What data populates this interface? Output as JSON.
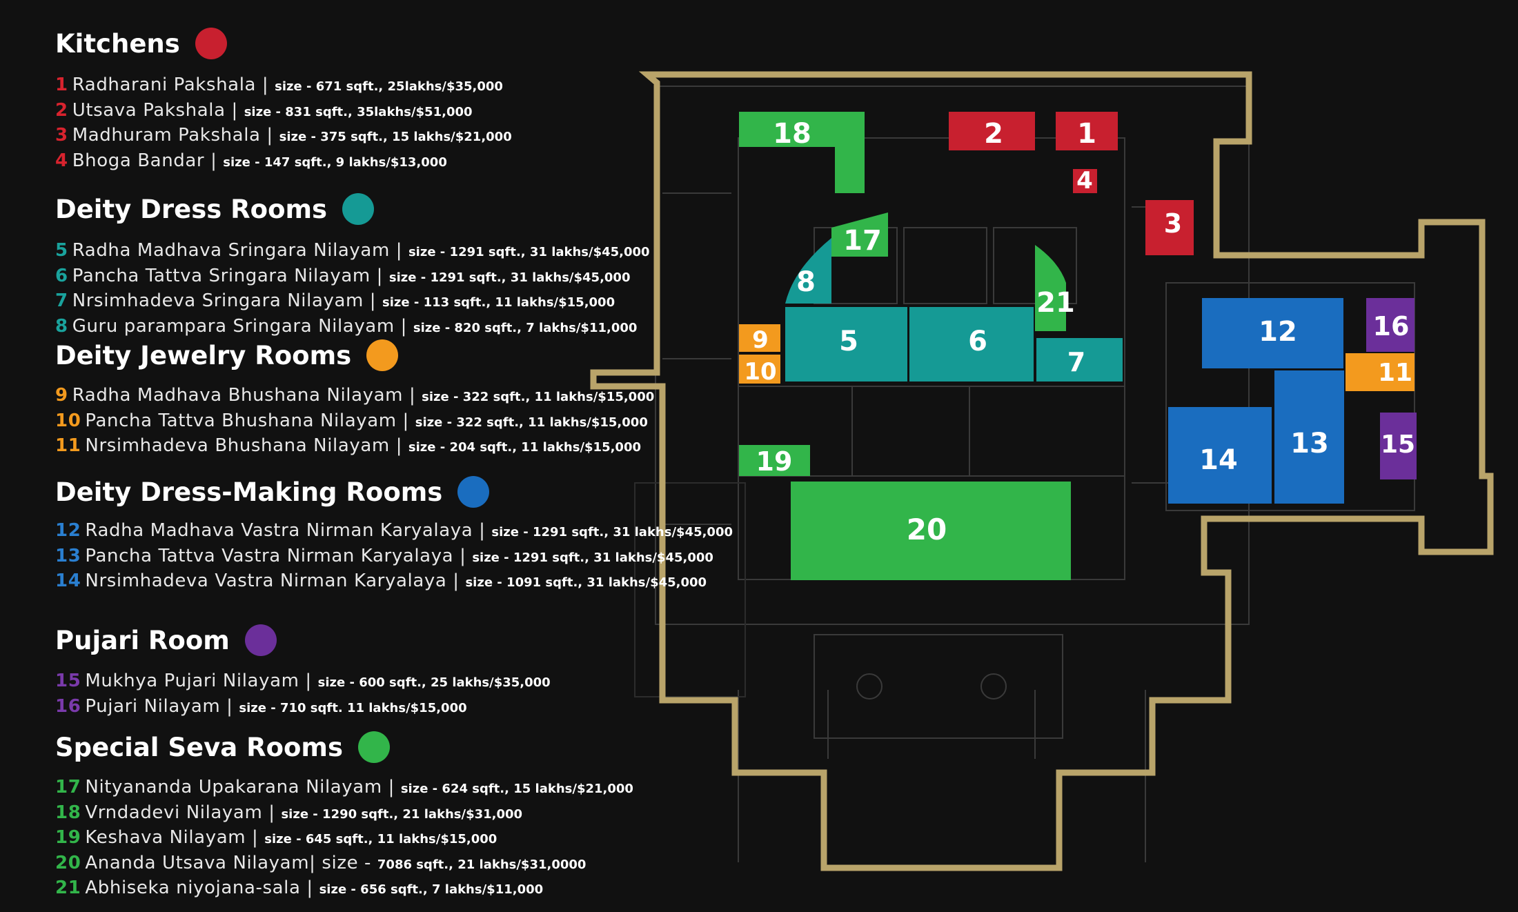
{
  "colors": {
    "kitchens": "#c8202f",
    "dress": "#159a95",
    "jewelry": "#f39a1e",
    "dressmaking": "#1a6dbf",
    "pujari": "#6b2f9a",
    "special": "#32b54a",
    "gold": "#b9a46a"
  },
  "sections": [
    {
      "title": "Kitchens",
      "color": "#c8202f",
      "num_color": "#d8232e",
      "items": [
        {
          "num": "1",
          "name": "Radharani Pakshala |",
          "size": "size -  671 sqft., 25lakhs/$35,000"
        },
        {
          "num": "2",
          "name": "Utsava Pakshala |",
          "size": "size -  831 sqft., 35lakhs/$51,000"
        },
        {
          "num": "3",
          "name": "Madhuram Pakshala |",
          "size": " size -  375 sqft., 15 lakhs/$21,000"
        },
        {
          "num": "4",
          "name": "Bhoga Bandar |",
          "size": "size -  147 sqft., 9 lakhs/$13,000"
        }
      ]
    },
    {
      "title": "Deity Dress Rooms",
      "color": "#159a95",
      "num_color": "#1aa39d",
      "items": [
        {
          "num": "5",
          "name": "Radha Madhava Sringara Nilayam |",
          "size": "size -  1291 sqft.,  31 lakhs/$45,000"
        },
        {
          "num": "6",
          "name": "Pancha Tattva Sringara Nilayam |",
          "size": "size - 1291 sqft., 31 lakhs/$45,000"
        },
        {
          "num": "7",
          "name": "Nrsimhadeva Sringara Nilayam |",
          "size": "size - 113 sqft., 11 lakhs/$15,000"
        },
        {
          "num": "8",
          "name": "Guru parampara Sringara Nilayam |",
          "size": "size - 820 sqft., 7 lakhs/$11,000"
        }
      ]
    },
    {
      "title": "Deity Jewelry Rooms",
      "color": "#f39a1e",
      "num_color": "#f39a1e",
      "items": [
        {
          "num": "9",
          "name": "Radha Madhava Bhushana Nilayam |",
          "size": "size - 322 sqft., 11 lakhs/$15,000"
        },
        {
          "num": "10",
          "name": "Pancha Tattva Bhushana Nilayam |",
          "size": "size - 322 sqft., 11 lakhs/$15,000"
        },
        {
          "num": "11",
          "name": "Nrsimhadeva Bhushana Nilayam |",
          "size": "size -  204 sqft., 11 lakhs/$15,000"
        }
      ]
    },
    {
      "title": "Deity Dress-Making Rooms",
      "color": "#1a6dbf",
      "num_color": "#2a7fd0",
      "items": [
        {
          "num": "12",
          "name": "Radha Madhava Vastra Nirman Karyalaya |",
          "size": "size - 1291 sqft.,  31 lakhs/$45,000"
        },
        {
          "num": "13",
          "name": "Pancha Tattva Vastra Nirman Karyalaya |",
          "size": "size - 1291 sqft., 31 lakhs/$45,000"
        },
        {
          "num": "14",
          "name": "Nrsimhadeva Vastra Nirman Karyalaya |",
          "size": "size -  1091 sqft., 31 lakhs/$45,000"
        }
      ]
    },
    {
      "title": "Pujari Room",
      "color": "#6b2f9a",
      "num_color": "#7a3aab",
      "items": [
        {
          "num": "15",
          "name": "Mukhya Pujari Nilayam |",
          "size": "size -  600 sqft., 25 lakhs/$35,000"
        },
        {
          "num": "16",
          "name": "Pujari Nilayam |",
          "size": "size -  710 sqft. 11 lakhs/$15,000"
        }
      ]
    },
    {
      "title": "Special Seva Rooms",
      "color": "#32b54a",
      "num_color": "#32b54a",
      "items": [
        {
          "num": "17",
          "name": "Nityananda Upakarana Nilayam |",
          "size": "size - 624 sqft., 15 lakhs/$21,000"
        },
        {
          "num": "18",
          "name": "Vrndadevi Nilayam |",
          "size": "size - 1290 sqft., 21 lakhs/$31,000"
        },
        {
          "num": "19",
          "name": "Keshava Nilayam |",
          "size": "size - 645 sqft., 11 lakhs/$15,000"
        },
        {
          "num": "20",
          "name": "Ananda Utsava Nilayam| size -",
          "size": "7086 sqft., 21 lakhs/$31,0000"
        },
        {
          "num": "21",
          "name": "Abhiseka niyojana-sala |",
          "size": "size - 656 sqft., 7 lakhs/$11,000"
        }
      ]
    }
  ],
  "rooms": [
    {
      "num": "1",
      "group": "kitchens"
    },
    {
      "num": "2",
      "group": "kitchens"
    },
    {
      "num": "3",
      "group": "kitchens"
    },
    {
      "num": "4",
      "group": "kitchens"
    },
    {
      "num": "5",
      "group": "dress"
    },
    {
      "num": "6",
      "group": "dress"
    },
    {
      "num": "7",
      "group": "dress"
    },
    {
      "num": "8",
      "group": "dress"
    },
    {
      "num": "9",
      "group": "jewelry"
    },
    {
      "num": "10",
      "group": "jewelry"
    },
    {
      "num": "11",
      "group": "jewelry"
    },
    {
      "num": "12",
      "group": "dressmaking"
    },
    {
      "num": "13",
      "group": "dressmaking"
    },
    {
      "num": "14",
      "group": "dressmaking"
    },
    {
      "num": "15",
      "group": "pujari"
    },
    {
      "num": "16",
      "group": "pujari"
    },
    {
      "num": "17",
      "group": "special"
    },
    {
      "num": "18",
      "group": "special"
    },
    {
      "num": "19",
      "group": "special"
    },
    {
      "num": "20",
      "group": "special"
    },
    {
      "num": "21",
      "group": "special"
    }
  ]
}
